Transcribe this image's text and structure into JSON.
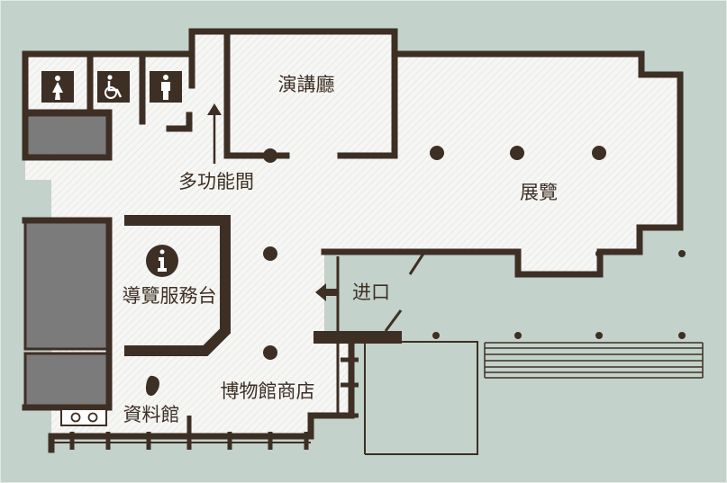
{
  "colors": {
    "background": "#c3d2ca",
    "floor": "#f7f7f5",
    "wall": "#3d2f24",
    "block": "#7b7b7b",
    "icon": "#ffffff"
  },
  "rooms": {
    "auditorium": "演講廳",
    "exhibition": "展覽",
    "multipurpose": "多功能間",
    "info_desk": "導覽服務台",
    "entrance": "进口",
    "museum_shop": "博物館商店",
    "resource_center": "資料館"
  },
  "icons": {
    "female_restroom": "female-restroom-icon",
    "accessible_restroom": "wheelchair-icon",
    "male_restroom": "male-restroom-icon",
    "information": "info-icon",
    "entrance_arrow": "arrow-left-icon",
    "multipurpose_arrow": "arrow-up-icon"
  }
}
